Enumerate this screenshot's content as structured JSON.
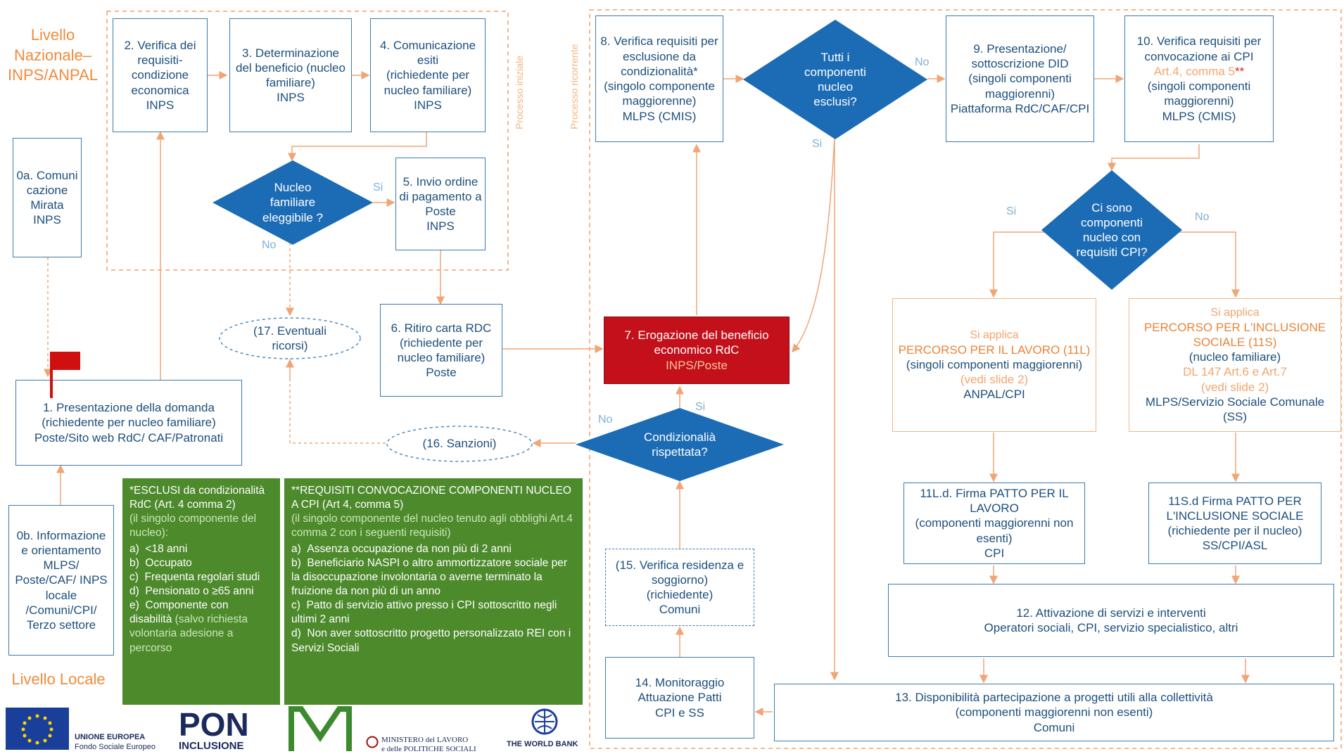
{
  "levels": {
    "national": "Livello Nazionale– INPS/ANPAL",
    "local": "Livello Locale"
  },
  "process_labels": {
    "left": "Processo iniziale",
    "right": "Processo ricorrente"
  },
  "nodes": {
    "n0a": {
      "title": "0a. Comuni cazione Mirata",
      "owner": "INPS"
    },
    "n0b": {
      "title": "0b. Informazione e orientamento",
      "owner": "MLPS/ Poste/CAF/ INPS locale /Comuni/CPI/ Terzo settore"
    },
    "n1": {
      "title": "1. Presentazione della domanda",
      "sub": "(richiedente per nucleo familiare)",
      "owner": "Poste/Sito web RdC/ CAF/Patronati"
    },
    "n2": {
      "title": "2. Verifica dei requisiti- condizione economica",
      "owner": "INPS"
    },
    "n3": {
      "title": "3. Determinazione del beneficio (nucleo familiare)",
      "owner": "INPS"
    },
    "n4": {
      "title": "4. Comunicazione esiti",
      "sub": "(richiedente per nucleo familiare)",
      "owner": "INPS"
    },
    "n5": {
      "title": "5. Invio ordine di pagamento a Poste",
      "owner": "INPS"
    },
    "n6": {
      "title": "6. Ritiro carta RDC (richiedente per nucleo familiare)",
      "owner": "Poste"
    },
    "n7": {
      "title": "7. Erogazione del beneficio economico RdC",
      "owner": "INPS/Poste"
    },
    "n8": {
      "title": "8. Verifica requisiti per esclusione da condizionalità*",
      "sub": "(singolo componente maggiorenne)",
      "owner": "MLPS (CMIS)"
    },
    "n9": {
      "title": "9. Presentazione/ sottoscrizione DID",
      "sub": "(singoli componenti maggiorenni)",
      "owner": "Piattaforma RdC/CAF/CPI"
    },
    "n10": {
      "title": "10. Verifica requisiti per convocazione ai CPI",
      "ref": "Art.4, comma 5",
      "ref_mark": "**",
      "sub": "(singoli componenti maggiorenni)",
      "owner": "MLPS (CMIS)"
    },
    "n11L": {
      "pre": "Si applica",
      "title": "PERCORSO PER IL LAVORO (11L)",
      "sub": "(singoli componenti maggiorenni)",
      "note": "(vedi slide 2)",
      "owner": "ANPAL/CPI"
    },
    "n11S": {
      "pre": "Si applica",
      "title": "PERCORSO PER L'INCLUSIONE SOCIALE (11S)",
      "sub": "(nucleo familiare)",
      "note1": "DL 147 Art.6 e Art.7",
      "note": "(vedi slide 2)",
      "owner": "MLPS/Servizio Sociale Comunale (SS)"
    },
    "n11Ld": {
      "title": "11L.d. Firma PATTO PER IL LAVORO",
      "sub": "(componenti maggiorenni non esenti)",
      "owner": "CPI"
    },
    "n11Sd": {
      "title": "11S.d Firma PATTO PER L'INCLUSIONE SOCIALE",
      "sub": "(richiedente per il nucleo)",
      "owner": "SS/CPI/ASL"
    },
    "n12": {
      "title": "12. Attivazione di servizi e interventi",
      "owner": "Operatori sociali, CPI, servizio specialistico, altri"
    },
    "n13": {
      "title": "13. Disponibilità partecipazione a progetti utili alla collettività",
      "sub": "(componenti maggiorenni non esenti)",
      "owner": "Comuni"
    },
    "n14": {
      "title": "14. Monitoraggio Attuazione Patti",
      "owner": "CPI e SS"
    },
    "n15": {
      "title": "(15. Verifica residenza e soggiorno)",
      "sub": "(richiedente)",
      "owner": "Comuni"
    }
  },
  "decisions": {
    "d_nucleo": "Nucleo familiare eleggibile ?",
    "d_tutti": "Tutti i componenti nucleo esclusi?",
    "d_cpi": "Ci sono componenti nucleo con requisiti CPI?",
    "d_cond": "Condizionalià rispettata?"
  },
  "ellipses": {
    "e16": "(16. Sanzioni)",
    "e17": "(17. Eventuali ricorsi)"
  },
  "edge_labels": {
    "si": "Si",
    "no": "No"
  },
  "boxes": {
    "esclusi": {
      "heading": "*ESCLUSI da condizionalità RdC (Art. 4 comma 2)",
      "subheading": "(il singolo componente del nucleo):",
      "items": [
        {
          "k": "a)",
          "t": "<18 anni"
        },
        {
          "k": "b)",
          "t": "Occupato"
        },
        {
          "k": "c)",
          "t": "Frequenta regolari studi"
        },
        {
          "k": "d)",
          "t": "Pensionato o ≥65 anni"
        },
        {
          "k": "e)",
          "t": "Componente con disabilità",
          "extra": "(salvo richiesta volontaria adesione a percorso"
        }
      ]
    },
    "requisiti": {
      "heading": "**REQUISITI CONVOCAZIONE COMPONENTI NUCLEO A CPI (Art 4, comma 5)",
      "subheading": "(il singolo componente del nucleo tenuto agli obblighi Art.4 comma 2 con i seguenti requisiti)",
      "items": [
        {
          "k": "a)",
          "t": "Assenza occupazione da non più di 2 anni"
        },
        {
          "k": "b)",
          "t": "Beneficiario NASPI o altro ammortizzatore sociale per la disoccupazione involontaria o averne terminato la fruizione da non più di un anno"
        },
        {
          "k": "c)",
          "t": "Patto di servizio attivo presso i CPI sottoscritto negli ultimi 2 anni"
        },
        {
          "k": "d)",
          "t": "Non aver sottoscritto progetto personalizzato REI con i Servizi Sociali"
        }
      ]
    }
  },
  "logos": {
    "eu_line1": "UNIONE EUROPEA",
    "eu_line2": "Fondo Sociale Europeo",
    "pon_top": "PON",
    "pon_bottom": "INCLUSIONE",
    "ministero_line1": "MINISTERO del LAVORO",
    "ministero_line2": "e delle POLITICHE SOCIALI",
    "worldbank": "THE WORLD BANK"
  },
  "colors": {
    "box_border": "#3b7bb0",
    "text_blue": "#1d4f7c",
    "diamond": "#1c6cb5",
    "red_node": "#c3101a",
    "green_box": "#4d8a2c",
    "orange": "#f08b3c",
    "arrow": "#f0a575"
  }
}
